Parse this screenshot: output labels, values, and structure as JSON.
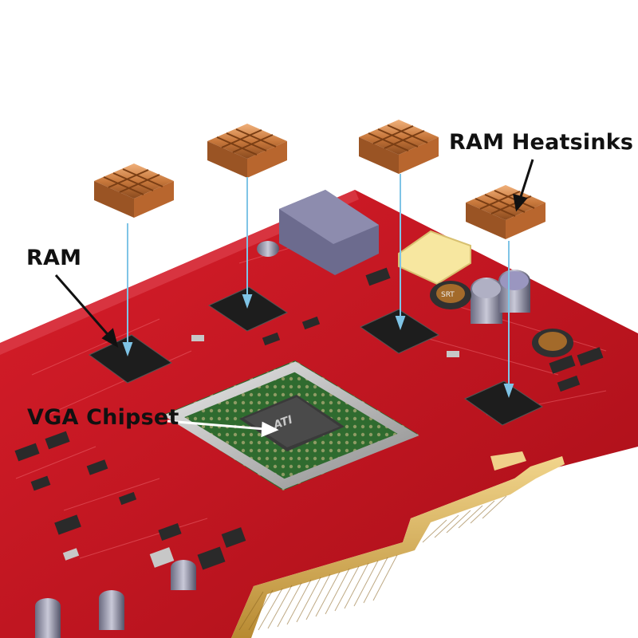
{
  "labels": {
    "ram": "RAM",
    "ram_heatsinks": "RAM Heatsinks",
    "vga_chipset": "VGA Chipset"
  },
  "chip_marking": "ATI",
  "chip_label_ic": "SRT",
  "colors": {
    "pcb": "#c8141e",
    "heatsink": "#c8783c",
    "pointer_line": "#7fc4e6",
    "gold_contacts": "#d9b25a",
    "chip_substrate": "#2f6b2f"
  },
  "icons": {
    "heatsink": "copper-heatsink-icon",
    "memory_chip": "memory-chip-icon",
    "gpu": "gpu-chip-icon"
  }
}
